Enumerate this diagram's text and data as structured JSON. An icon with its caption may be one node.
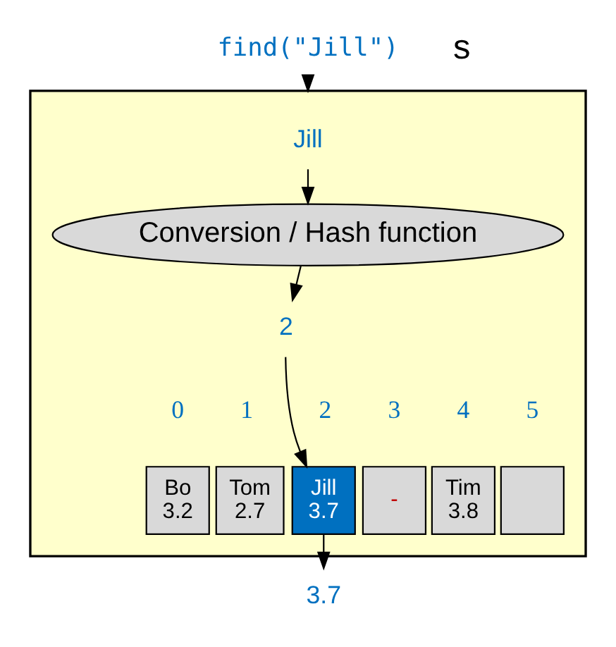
{
  "diagram": {
    "nodes": [
      {
        "text": [
          "find(\"Jill\")"
        ]
      },
      {
        "text": [],
        "shape": "box"
      },
      {
        "text": [
          "Jill"
        ],
        "in": 1
      },
      {
        "text": [
          "Conversion / Hash function"
        ],
        "in": 1
      },
      {
        "text": [
          "2"
        ],
        "in": 1
      },
      {
        "text": [
          "Bo",
          "3.2"
        ],
        "in": 1
      },
      {
        "text": [
          "Tom",
          "2.7"
        ],
        "in": 1
      },
      {
        "text": [
          "Jill",
          "3.7"
        ],
        "in": 1
      },
      {
        "text": [
          "-"
        ],
        "in": 1
      },
      {
        "text": [
          "Tim",
          "3.8"
        ],
        "in": 1
      },
      {
        "text": [],
        "shape": "box",
        "in": 1
      },
      {
        "text": [
          "3.7"
        ]
      }
    ],
    "edges": [
      {
        "from": 0,
        "to": 1,
        "arrow": "to"
      },
      {
        "from": 2,
        "to": 3,
        "arrow": "to"
      },
      {
        "from": 3,
        "to": 4,
        "arrow": "to"
      },
      {
        "from": 4,
        "to": 7,
        "arrow": "to"
      },
      {
        "from": 7,
        "to": 11,
        "arrow": "to"
      }
    ],
    "labels": [
      "s",
      "0",
      "1",
      "2",
      "3",
      "4",
      "5"
    ]
  }
}
